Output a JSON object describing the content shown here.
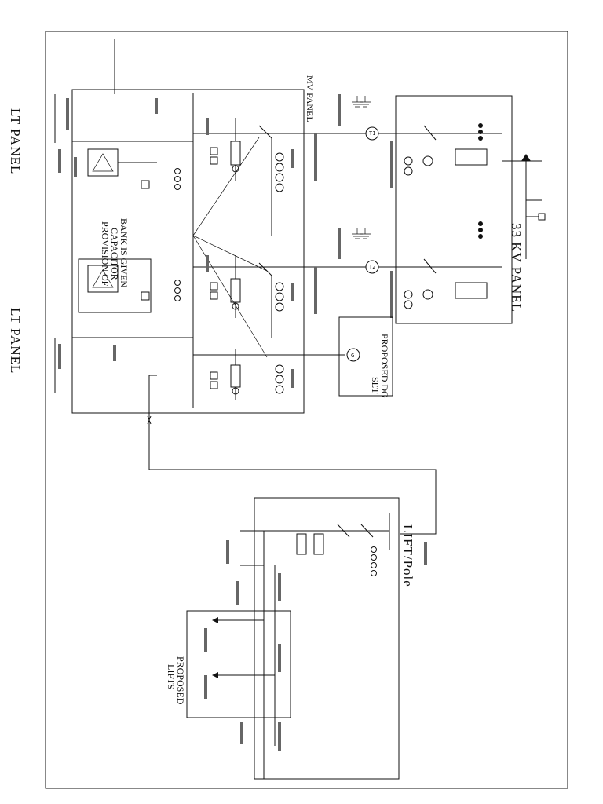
{
  "labels": {
    "lt_panel_top": "LT PANEL",
    "lt_panel_bottom": "LT PANEL",
    "mv_panel": "MV PANEL",
    "kv_panel": "33 KV PANEL",
    "capacitor": [
      "PROVISION OF",
      "CAPACITOR",
      "BANK IS GIVEN"
    ],
    "dg_set": [
      "PROPOSED DG",
      "SET"
    ],
    "lift_pole": "LIFT/Pole",
    "proposed_lifts": [
      "PROPOSED",
      "LIFTS"
    ]
  },
  "transformers": {
    "t1": "T1",
    "t2": "T2",
    "g": "G"
  }
}
